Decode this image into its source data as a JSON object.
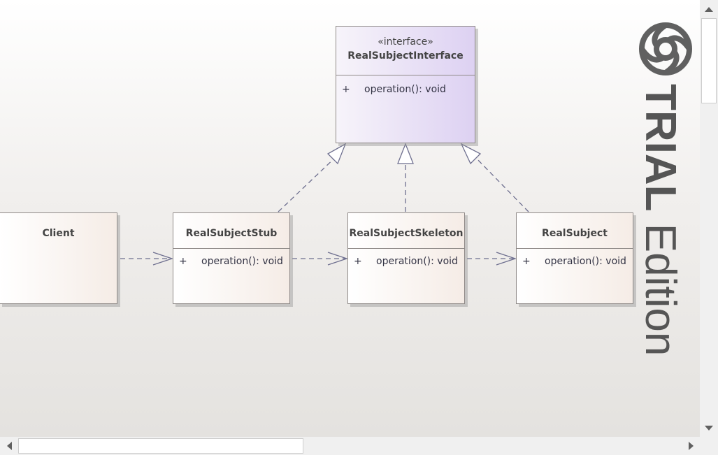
{
  "interface": {
    "stereotype": "«interface»",
    "name": "RealSubjectInterface",
    "operation": {
      "visibility": "+",
      "signature": "operation(): void"
    }
  },
  "classes": {
    "client": {
      "name": "Client"
    },
    "stub": {
      "name": "RealSubjectStub",
      "operation": {
        "visibility": "+",
        "signature": "operation(): void"
      }
    },
    "skeleton": {
      "name": "RealSubjectSkeleton",
      "operation": {
        "visibility": "+",
        "signature": "operation(): void"
      }
    },
    "real": {
      "name": "RealSubject",
      "operation": {
        "visibility": "+",
        "signature": "operation(): void"
      }
    }
  },
  "watermark": {
    "bold": "TRIAL",
    "rest": " Edition",
    "logo_icon": "sparx-logo-icon"
  },
  "colors": {
    "connector": "#6e6f8f",
    "class_fill": "#f5ece6",
    "interface_fill": "#ddd1f2"
  }
}
